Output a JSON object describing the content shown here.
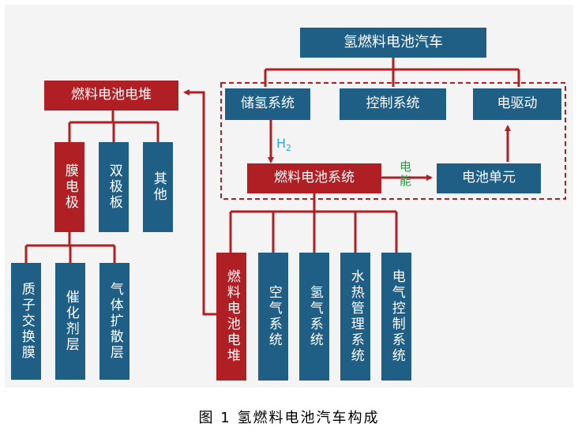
{
  "diagram": {
    "top": "氢燃料电池汽车",
    "subsystems": {
      "storage": "储氢系统",
      "control": "控制系统",
      "drive": "电驱动",
      "fc_system": "燃料电池系统",
      "battery": "电池单元"
    },
    "flow_labels": {
      "h2": "H",
      "h2_sub": "2",
      "electric": "电能"
    },
    "stack": {
      "title": "燃料电池电堆",
      "components": [
        "膜电极",
        "双极板",
        "其他"
      ],
      "membrane_parts": [
        "质子交换膜",
        "催化剂层",
        "气体扩散层"
      ]
    },
    "fc_components": [
      "燃料电池电堆",
      "空气系统",
      "氢气系统",
      "水热管理系统",
      "电气控制系统"
    ]
  },
  "caption": "图 1  氢燃料电池汽车构成",
  "colors": {
    "blue": "#1f5f85",
    "red": "#b01f24",
    "h2_label": "#2aa7dd",
    "electric_label": "#23a046"
  }
}
